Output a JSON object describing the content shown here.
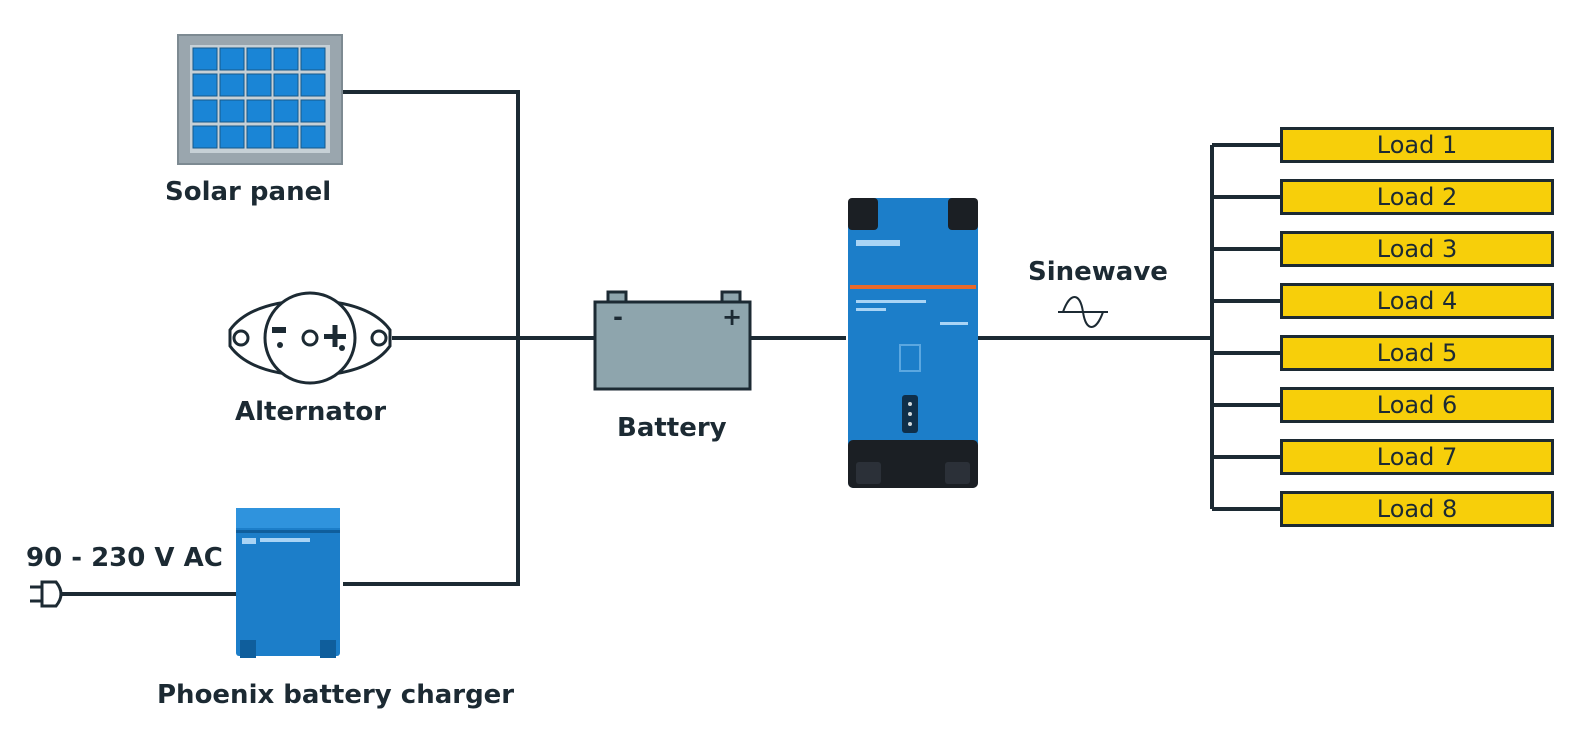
{
  "labels": {
    "solar_panel": "Solar panel",
    "alternator": "Alternator",
    "battery": "Battery",
    "charger": "Phoenix battery charger",
    "ac_input": "90 - 230 V AC",
    "sinewave": "Sinewave"
  },
  "battery_terminals": {
    "negative": "-",
    "positive": "+"
  },
  "alternator_symbols": {
    "negative": "-",
    "positive": "+"
  },
  "loads": [
    "Load 1",
    "Load 2",
    "Load 3",
    "Load 4",
    "Load 5",
    "Load 6",
    "Load 7",
    "Load 8"
  ],
  "colors": {
    "wire": "#1c2a33",
    "load_fill": "#f7cf0a",
    "victron_blue": "#1c7ec9",
    "solar_cell": "#1a85d6",
    "solar_frame": "#9aa6ae",
    "battery_fill": "#8ea5ad"
  },
  "icons": [
    "solar-panel-icon",
    "alternator-icon",
    "battery-icon",
    "battery-charger-icon",
    "inverter-icon",
    "plug-icon",
    "sinewave-icon"
  ]
}
